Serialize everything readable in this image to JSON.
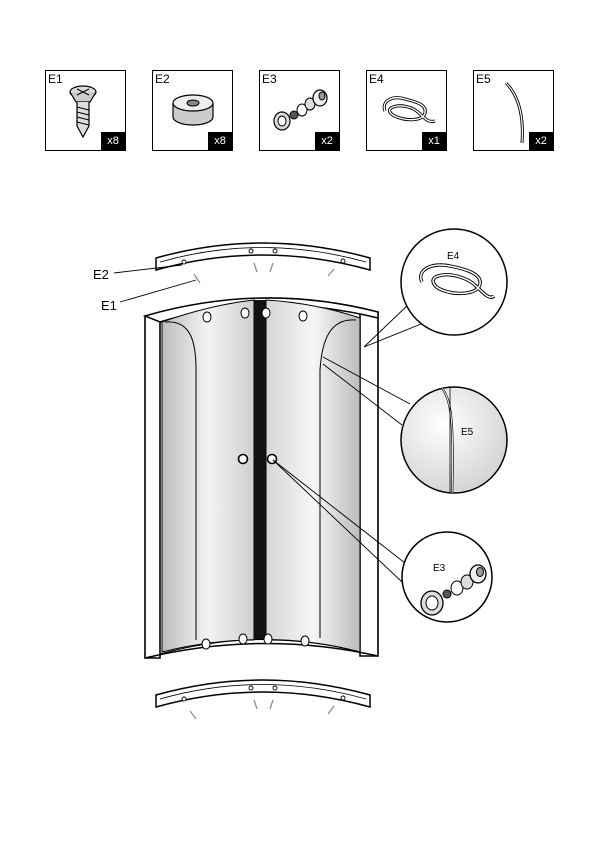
{
  "parts": [
    {
      "code": "E1",
      "qty": "x8",
      "icon": "countersunk-screw-icon"
    },
    {
      "code": "E2",
      "qty": "x8",
      "icon": "cap-washer-icon"
    },
    {
      "code": "E3",
      "qty": "x2",
      "icon": "handle-knob-assembly-icon"
    },
    {
      "code": "E4",
      "qty": "x1",
      "icon": "coiled-seal-strip-icon"
    },
    {
      "code": "E5",
      "qty": "x2",
      "icon": "curved-seal-strip-icon"
    }
  ],
  "callouts": {
    "label_e2": "E2",
    "label_e1": "E1",
    "detail_e4": "E4",
    "detail_e5": "E5",
    "detail_e3": "E3"
  },
  "colors": {
    "line": "#000000",
    "glass_light": "#f2f2f2",
    "glass_dark": "#c8c8c8"
  }
}
